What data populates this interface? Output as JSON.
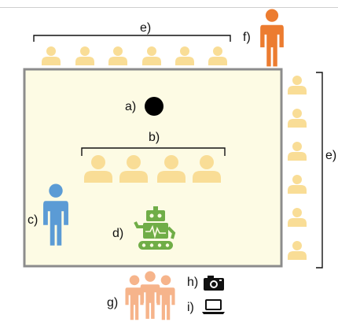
{
  "labels": {
    "a": "a)",
    "b": "b)",
    "c": "c)",
    "d": "d)",
    "e_top": "e)",
    "e_right": "e)",
    "f": "f)",
    "g": "g)",
    "h": "h)",
    "i": "i)"
  },
  "colors": {
    "stage_fill": "#fdfbe4",
    "stage_border": "#8c8c8c",
    "audience": "#f9dd96",
    "person_orange": "#ec7c30",
    "person_blue": "#5b9bd5",
    "group_peach": "#f6b48b",
    "robot_green": "#70ad47",
    "dot": "#000000"
  },
  "icons": {
    "a": "black-dot",
    "c": "standing-person-blue",
    "d": "robot-icon",
    "f": "standing-person-orange",
    "g": "group-of-three-people",
    "h": "camera-icon",
    "i": "laptop-icon"
  }
}
